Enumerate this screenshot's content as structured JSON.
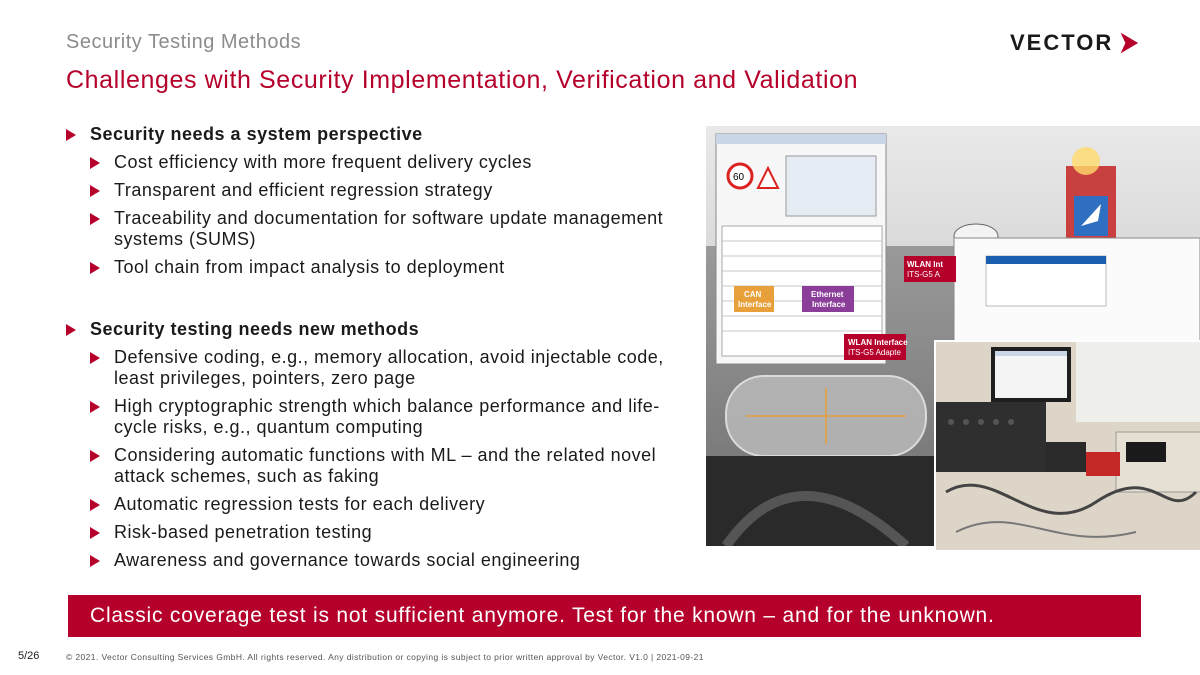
{
  "header": {
    "kicker": "Security Testing Methods",
    "title": "Challenges with Security Implementation, Verification and Validation",
    "logo_text": "VECTOR"
  },
  "sections": [
    {
      "heading": "Security needs a system perspective",
      "items": [
        "Cost efficiency with more frequent delivery cycles",
        "Transparent and efficient regression strategy",
        "Traceability and documentation for software update management systems (SUMS)",
        "Tool chain from impact analysis to deployment"
      ]
    },
    {
      "heading": "Security testing needs new methods",
      "items": [
        "Defensive coding, e.g., memory allocation, avoid injectable code, least privileges, pointers, zero page",
        "High cryptographic strength which balance performance and life-cycle risks, e.g., quantum computing",
        "Considering automatic functions with ML – and the related novel attack schemes, such as faking",
        "Automatic regression tests for each delivery",
        "Risk-based penetration testing",
        "Awareness and governance towards social engineering"
      ]
    }
  ],
  "images": {
    "can_label_1": "CAN",
    "can_label_2": "Interface",
    "eth_label_1": "Ethernet",
    "eth_label_2": "Interface",
    "wlan_label_1": "WLAN Interface",
    "wlan_label_2": "ITS-G5 Adapte",
    "wlan_top_1": "WLAN Int",
    "wlan_top_2": "ITS-G5 A",
    "speed_sign": "60"
  },
  "banner": "Classic coverage test is not sufficient anymore. Test for the known – and for the unknown.",
  "footer": {
    "page": "5/26",
    "legal": "© 2021. Vector Consulting Services GmbH. All rights reserved. Any distribution or copying is subject to prior written approval by Vector. V1.0 | 2021-09-21"
  },
  "colors": {
    "accent": "#b5002b",
    "kicker": "#8c8c8c",
    "can": "#e8a03a",
    "ethernet": "#8a3d99",
    "wlan": "#b5002b"
  }
}
